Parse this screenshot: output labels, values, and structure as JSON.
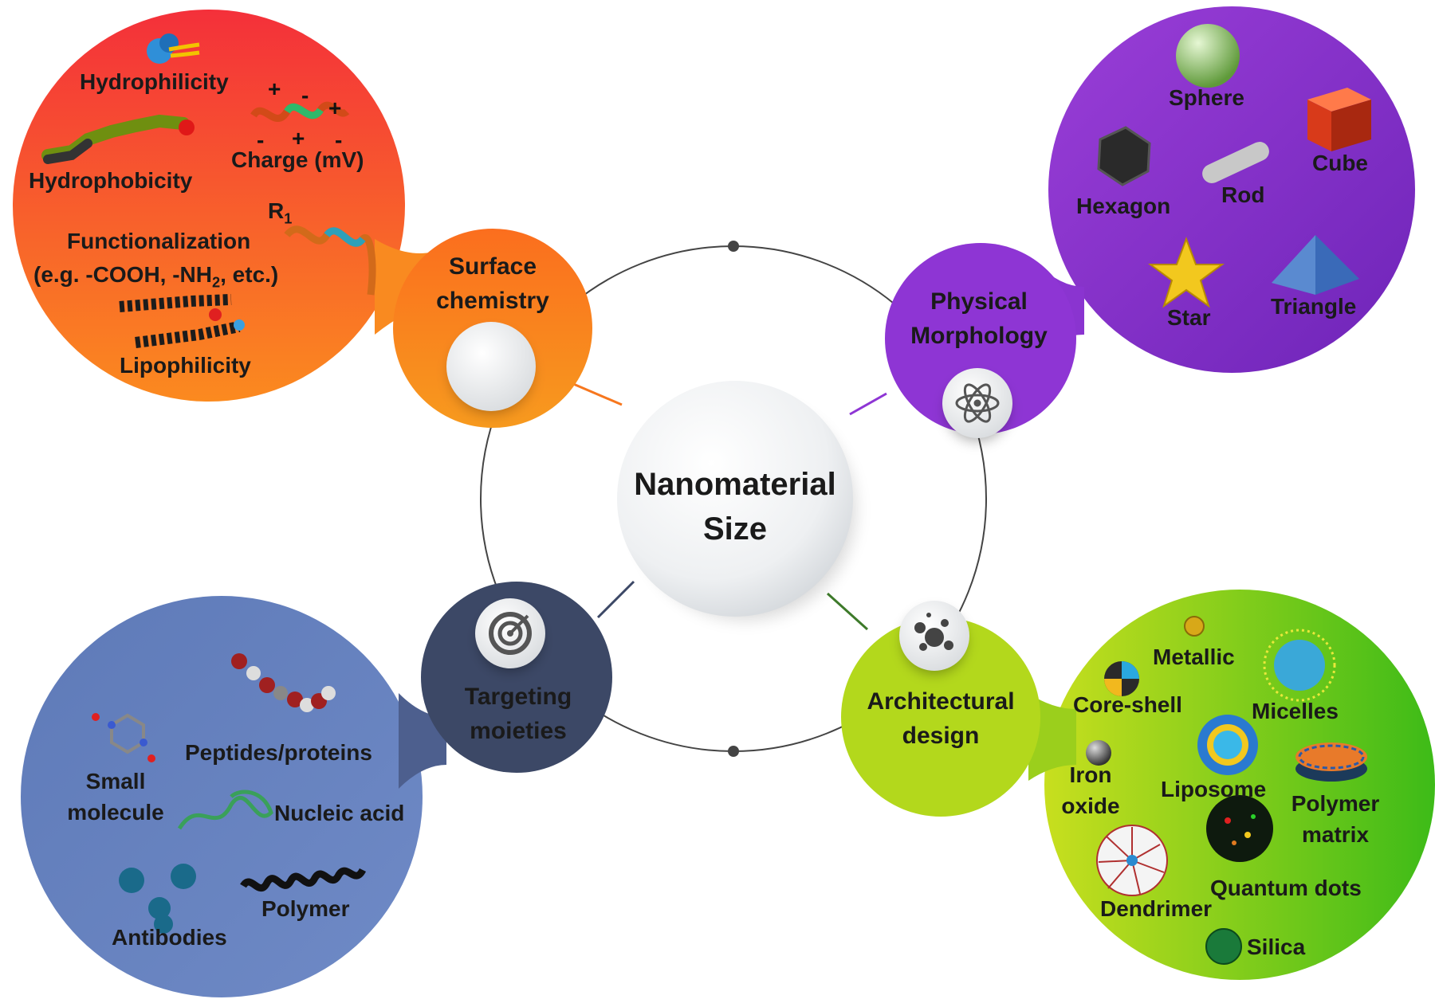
{
  "center": {
    "line1": "Nanomaterial",
    "line2": "Size"
  },
  "colors": {
    "surface": "#f7771e",
    "surface_outer_top": "#f4303a",
    "surface_outer_bottom": "#fb8a1f",
    "morphology": "#8e35d4",
    "morphology_outer": "#7a2bc4",
    "architecture": "#a4d21a",
    "architecture_outer": "#4fc21a",
    "targeting": "#3c4866",
    "targeting_outer": "#5c78b4"
  },
  "surface_chemistry": {
    "title_l1": "Surface",
    "title_l2": "chemistry",
    "items": {
      "hydrophilicity": "Hydrophilicity",
      "hydrophobicity": "Hydrophobicity",
      "charge": "Charge (mV)",
      "r1": "R",
      "r1_sub": "1",
      "functionalization": "Functionalization",
      "functionalization_ex_a": "(e.g. -COOH, -NH",
      "functionalization_ex_sub": "2",
      "functionalization_ex_b": ", etc.)",
      "lipophilicity": "Lipophilicity"
    },
    "charge_signs": [
      "+",
      "-",
      "+",
      "-",
      "+",
      "-"
    ]
  },
  "physical_morphology": {
    "title_l1": "Physical",
    "title_l2": "Morphology",
    "items": {
      "sphere": "Sphere",
      "cube": "Cube",
      "hexagon": "Hexagon",
      "rod": "Rod",
      "star": "Star",
      "triangle": "Triangle"
    },
    "icon": "atom-icon"
  },
  "architectural_design": {
    "title_l1": "Architectural",
    "title_l2": "design",
    "items": {
      "metallic": "Metallic",
      "core_shell": "Core-shell",
      "micelles": "Micelles",
      "iron_l1": "Iron",
      "iron_l2": "oxide",
      "liposome": "Liposome",
      "polymer_l1": "Polymer",
      "polymer_l2": "matrix",
      "dendrimer": "Dendrimer",
      "quantum_dots": "Quantum dots",
      "silica": "Silica"
    },
    "icon": "particles-icon"
  },
  "targeting_moieties": {
    "title_l1": "Targeting",
    "title_l2": "moieties",
    "items": {
      "peptides": "Peptides/proteins",
      "small_l1": "Small",
      "small_l2": "molecule",
      "nucleic_acid": "Nucleic acid",
      "polymer": "Polymer",
      "antibodies": "Antibodies"
    },
    "icon": "target-icon"
  }
}
